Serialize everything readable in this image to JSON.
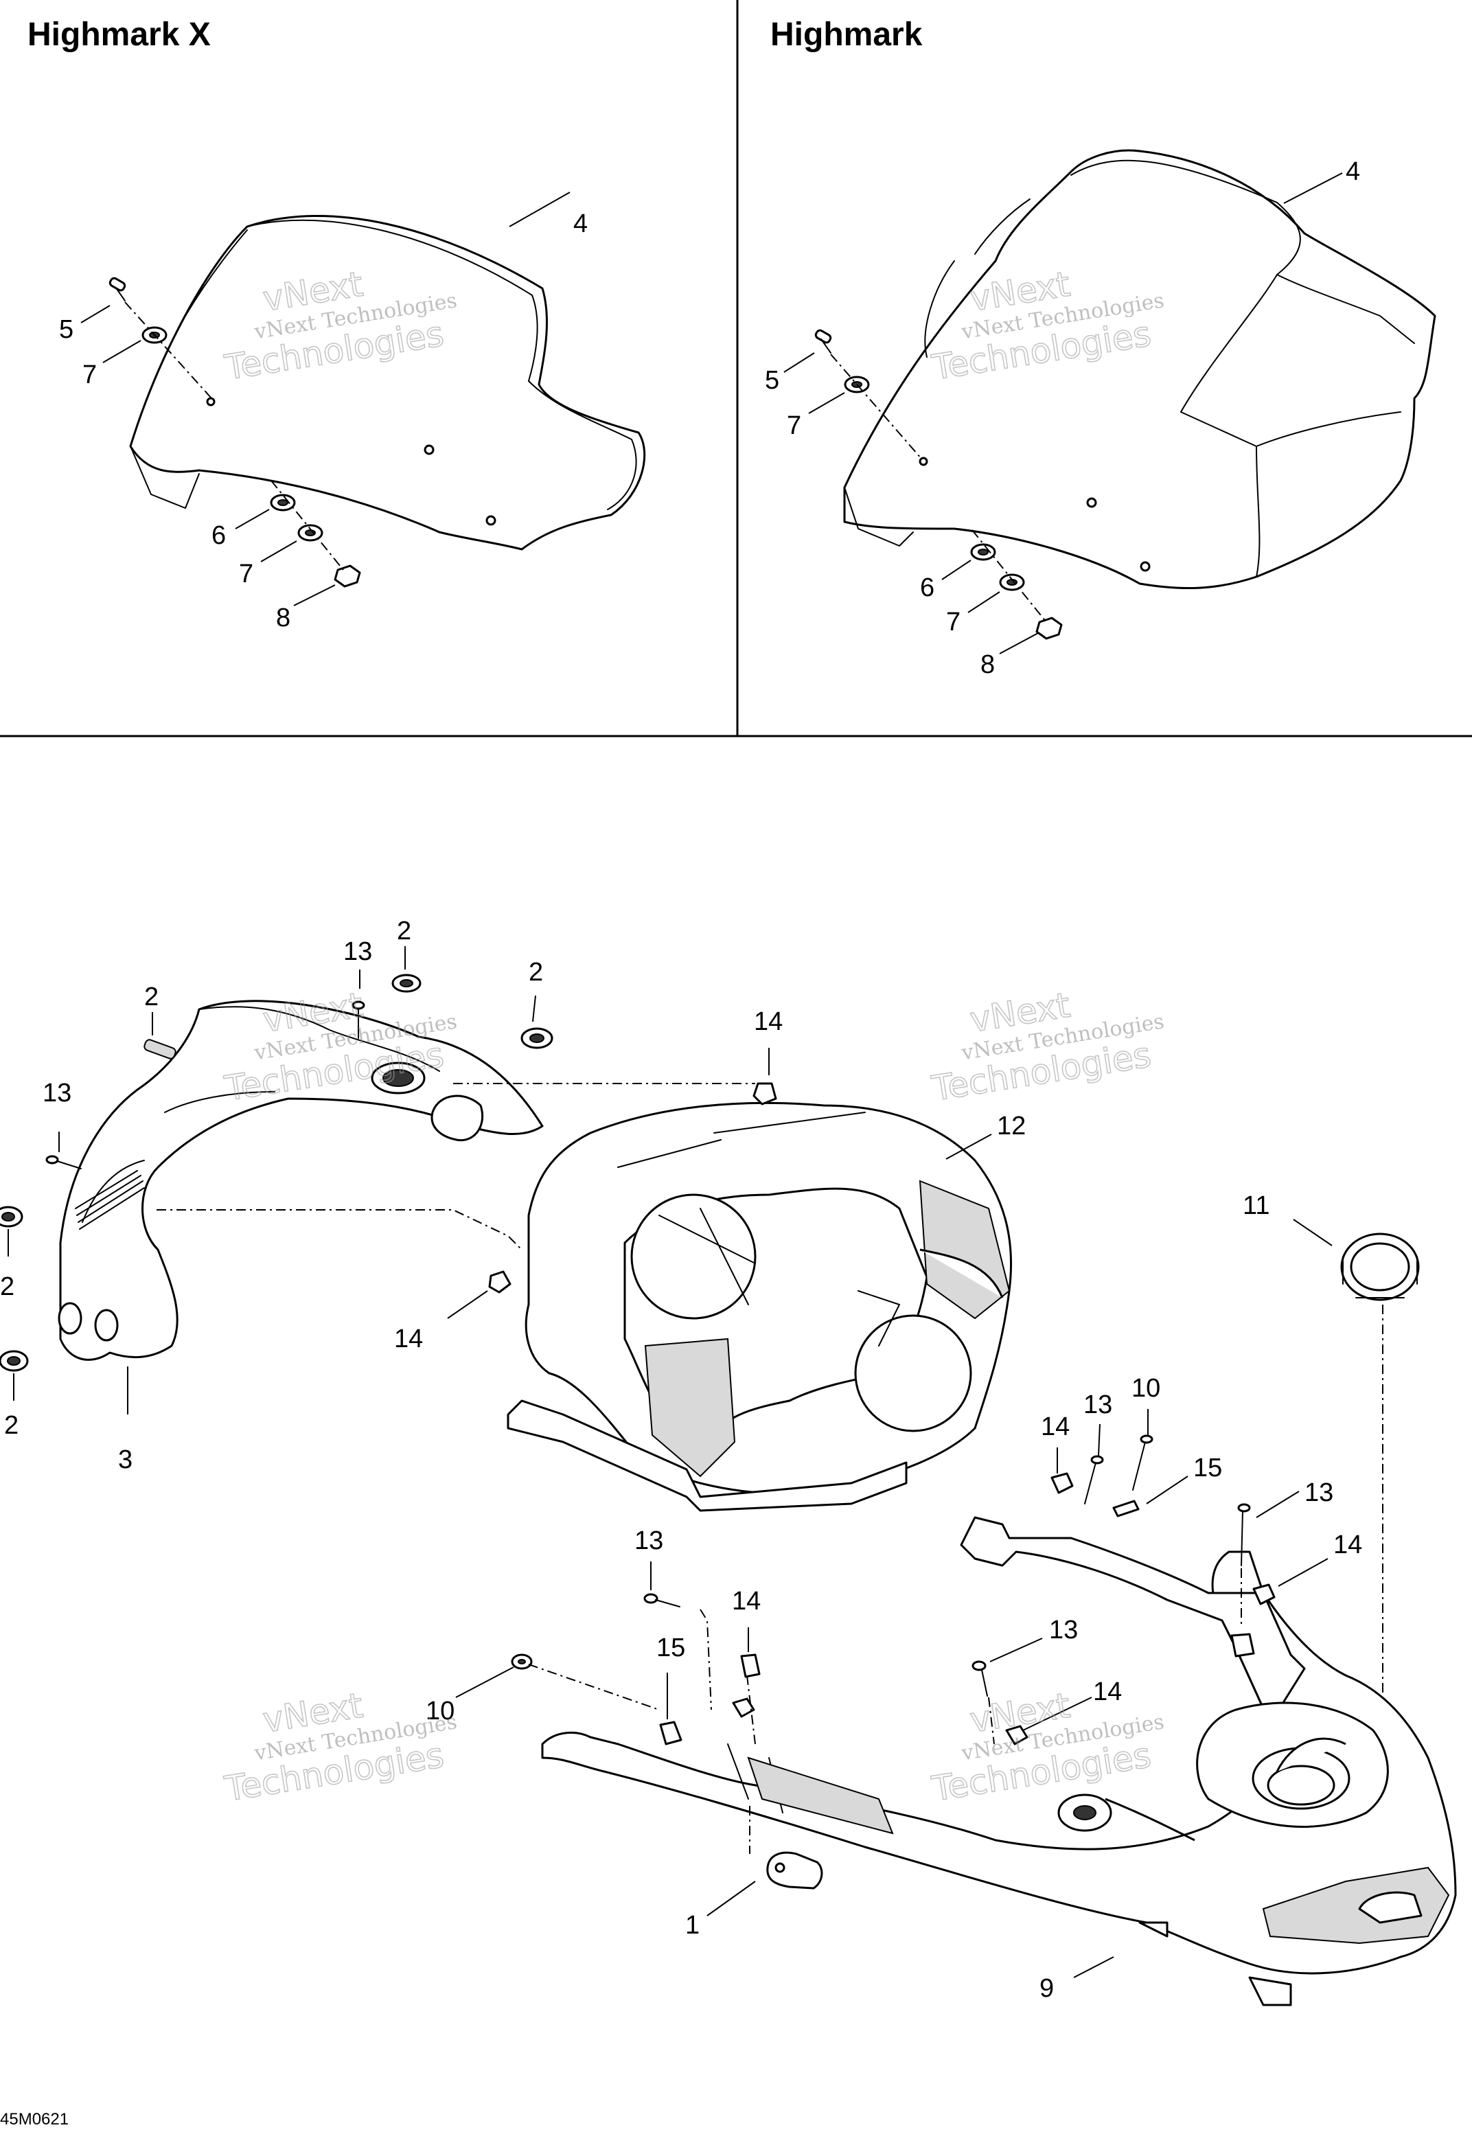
{
  "panels": {
    "left_title": "Highmark X",
    "right_title": "Highmark"
  },
  "watermark": {
    "line1": "vNext Technologies",
    "line2_a": "vNext",
    "line2_b": "Technologies"
  },
  "figure_code": "45M0621",
  "callouts": {
    "hx_4": "4",
    "hx_5": "5",
    "hx_7a": "7",
    "hx_6": "6",
    "hx_7b": "7",
    "hx_8": "8",
    "h_4": "4",
    "h_5": "5",
    "h_7a": "7",
    "h_6": "6",
    "h_7b": "7",
    "h_8": "8",
    "b_13a": "13",
    "b_2a": "2",
    "b_2b": "2",
    "b_2c": "2",
    "b_13b": "13",
    "b_2d": "2",
    "b_2e": "2",
    "b_3": "3",
    "b_14a": "14",
    "b_12": "12",
    "b_14b": "14",
    "b_11": "11",
    "b_10a": "10",
    "b_13c": "13",
    "b_14c": "14",
    "b_15a": "15",
    "b_13d": "13",
    "b_14d": "14",
    "b_13e": "13",
    "b_14e": "14",
    "b_15b": "15",
    "b_10b": "10",
    "b_13f": "13",
    "b_14f": "14",
    "b_1": "1",
    "b_9": "9"
  }
}
